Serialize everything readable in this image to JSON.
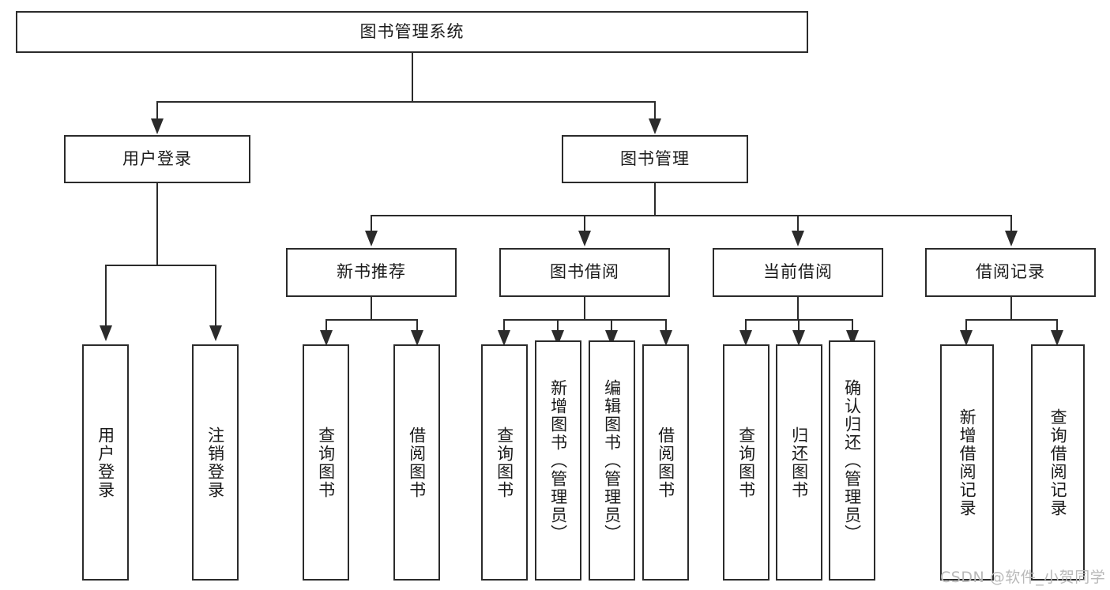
{
  "diagram": {
    "type": "tree-hierarchy",
    "title": "图书管理系统",
    "watermark": "CSDN @软件_小贺同学",
    "colors": {
      "stroke": "#2b2b2b",
      "fill": "#ffffff",
      "text": "#1a1a1a",
      "watermark": "#b9b9b9"
    },
    "nodes": {
      "root": {
        "label": "图书管理系统",
        "orientation": "horizontal"
      },
      "level2": [
        {
          "label": "用户登录",
          "orientation": "horizontal"
        },
        {
          "label": "图书管理",
          "orientation": "horizontal"
        }
      ],
      "level3": [
        {
          "label": "新书推荐",
          "orientation": "horizontal"
        },
        {
          "label": "图书借阅",
          "orientation": "horizontal"
        },
        {
          "label": "当前借阅",
          "orientation": "horizontal"
        },
        {
          "label": "借阅记录",
          "orientation": "horizontal"
        }
      ],
      "leaves_user_login": [
        {
          "label": "用户登录",
          "orientation": "vertical"
        },
        {
          "label": "注销登录",
          "orientation": "vertical"
        }
      ],
      "leaves_new_book": [
        {
          "label": "查询图书",
          "orientation": "vertical"
        },
        {
          "label": "借阅图书",
          "orientation": "vertical"
        }
      ],
      "leaves_borrow": [
        {
          "label": "查询图书",
          "orientation": "vertical"
        },
        {
          "label": "新增图书（管理员）",
          "orientation": "vertical"
        },
        {
          "label": "编辑图书（管理员）",
          "orientation": "vertical"
        },
        {
          "label": "借阅图书",
          "orientation": "vertical"
        }
      ],
      "leaves_current": [
        {
          "label": "查询图书",
          "orientation": "vertical"
        },
        {
          "label": "归还图书",
          "orientation": "vertical"
        },
        {
          "label": "确认归还（管理员）",
          "orientation": "vertical"
        }
      ],
      "leaves_records": [
        {
          "label": "新增借阅记录",
          "orientation": "vertical"
        },
        {
          "label": "查询借阅记录",
          "orientation": "vertical"
        }
      ]
    }
  }
}
